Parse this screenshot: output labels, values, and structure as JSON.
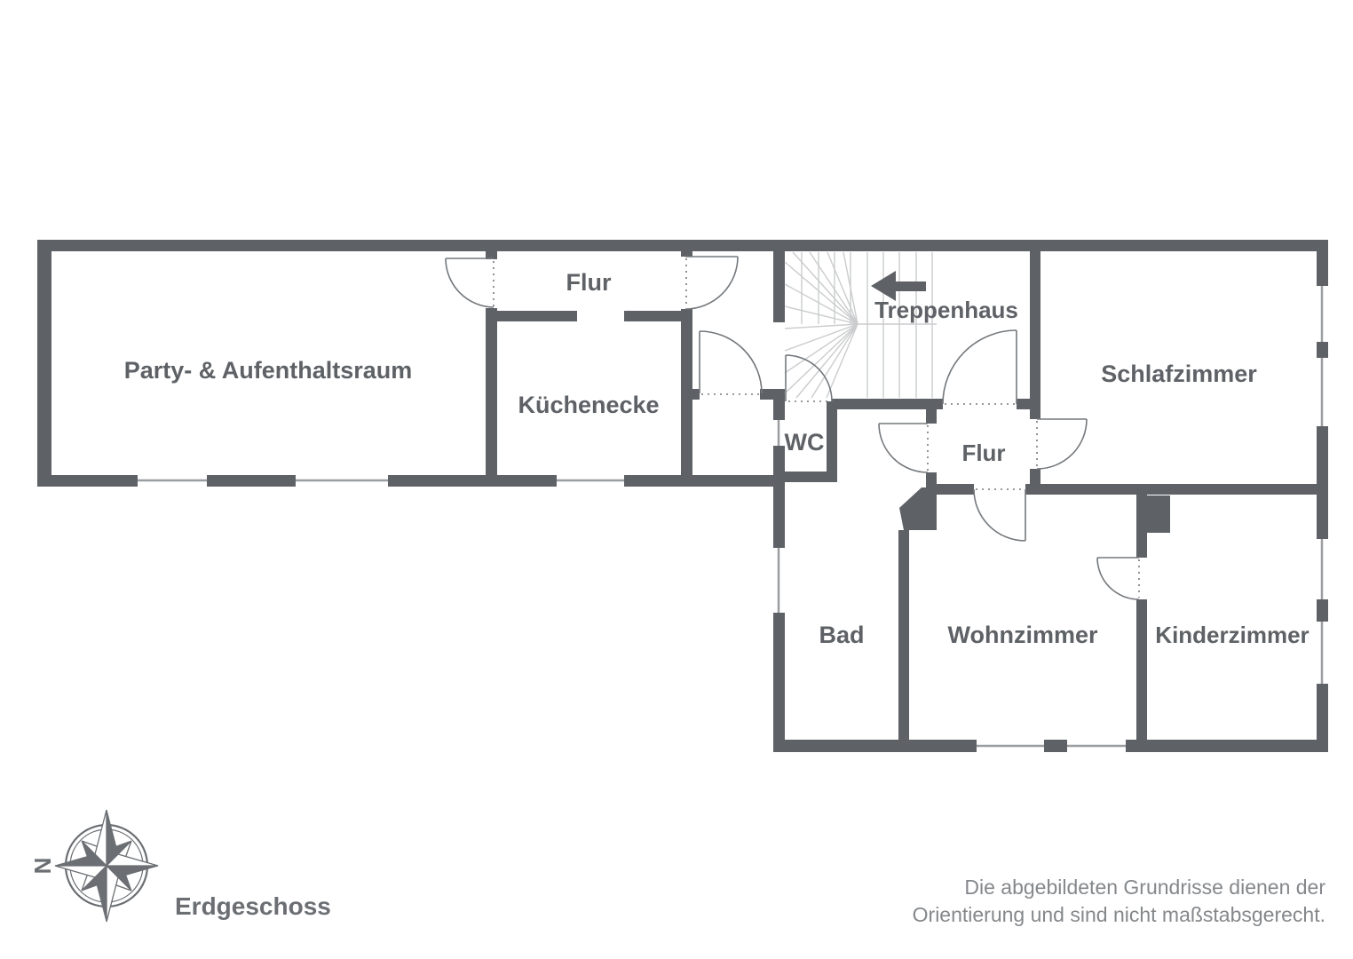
{
  "rooms": {
    "party": {
      "label": "Party- & Aufenthaltsraum"
    },
    "flur_top": {
      "label": "Flur"
    },
    "kuechenecke": {
      "label": "Küchenecke"
    },
    "wc": {
      "label": "WC"
    },
    "treppenhaus": {
      "label": "Treppenhaus"
    },
    "schlafzimmer": {
      "label": "Schlafzimmer"
    },
    "flur_mitte": {
      "label": "Flur"
    },
    "bad": {
      "label": "Bad"
    },
    "wohnzimmer": {
      "label": "Wohnzimmer"
    },
    "kinderzimmer": {
      "label": "Kinderzimmer"
    }
  },
  "floor": {
    "label": "Erdgeschoss"
  },
  "compass": {
    "north_label": "N"
  },
  "disclaimer": {
    "line1": "Die abgebildeten Grundrisse dienen der",
    "line2": "Orientierung und sind nicht maßstabsgerecht."
  },
  "colors": {
    "wall": "#5e6266",
    "label_text": "#5e6266",
    "stair_line": "#cbcccd",
    "window_line": "#9b9ea1",
    "door_line": "#74787c",
    "disclaimer_text": "#85888b"
  }
}
